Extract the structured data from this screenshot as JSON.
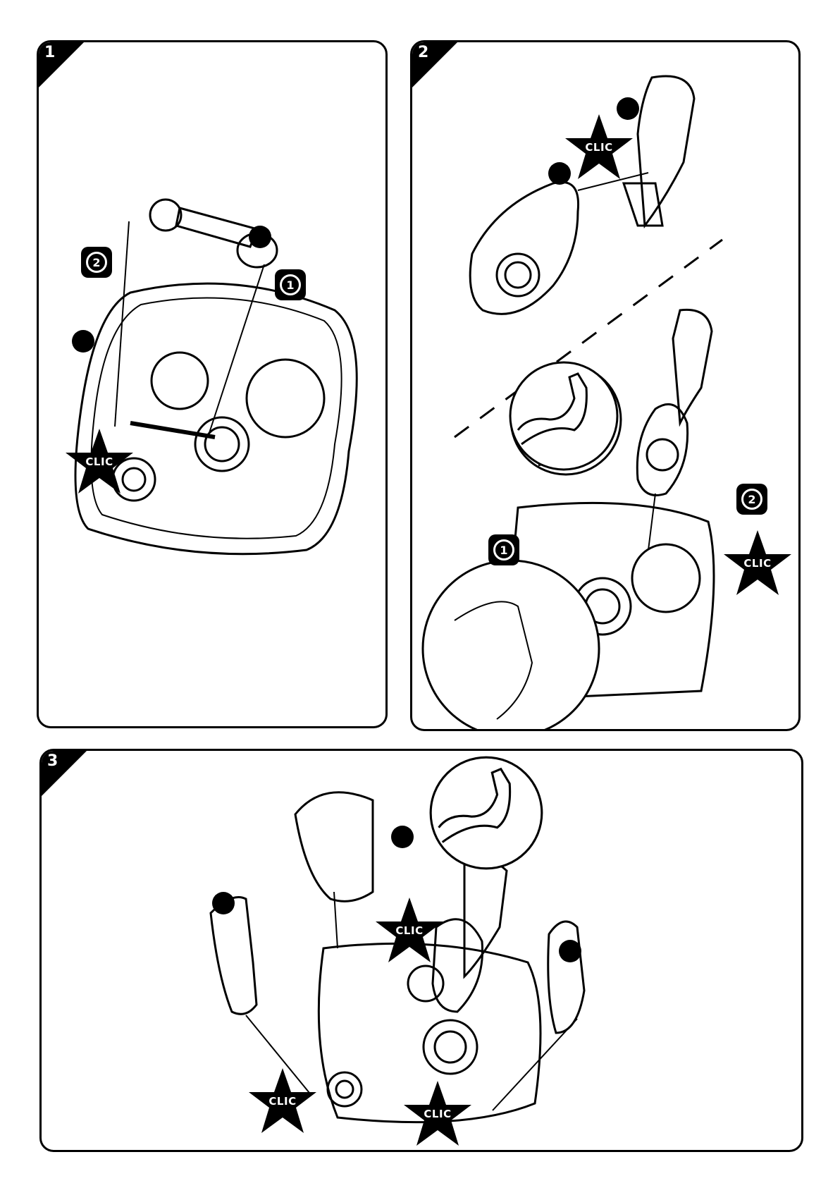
{
  "steps": [
    {
      "number": "1",
      "badges": [
        "2",
        "1"
      ],
      "clic_labels": [
        "CLIC"
      ]
    },
    {
      "number": "2",
      "badges": [
        "1",
        "2"
      ],
      "clic_labels": [
        "CLIC",
        "CLIC"
      ]
    },
    {
      "number": "3",
      "clic_labels": [
        "CLIC",
        "CLIC",
        "CLIC"
      ]
    }
  ],
  "colors": {
    "ink": "#000000",
    "paper": "#ffffff"
  },
  "icons": [
    "flexed-arm-icon",
    "clic-star-icon",
    "part-callout-dot-icon"
  ]
}
